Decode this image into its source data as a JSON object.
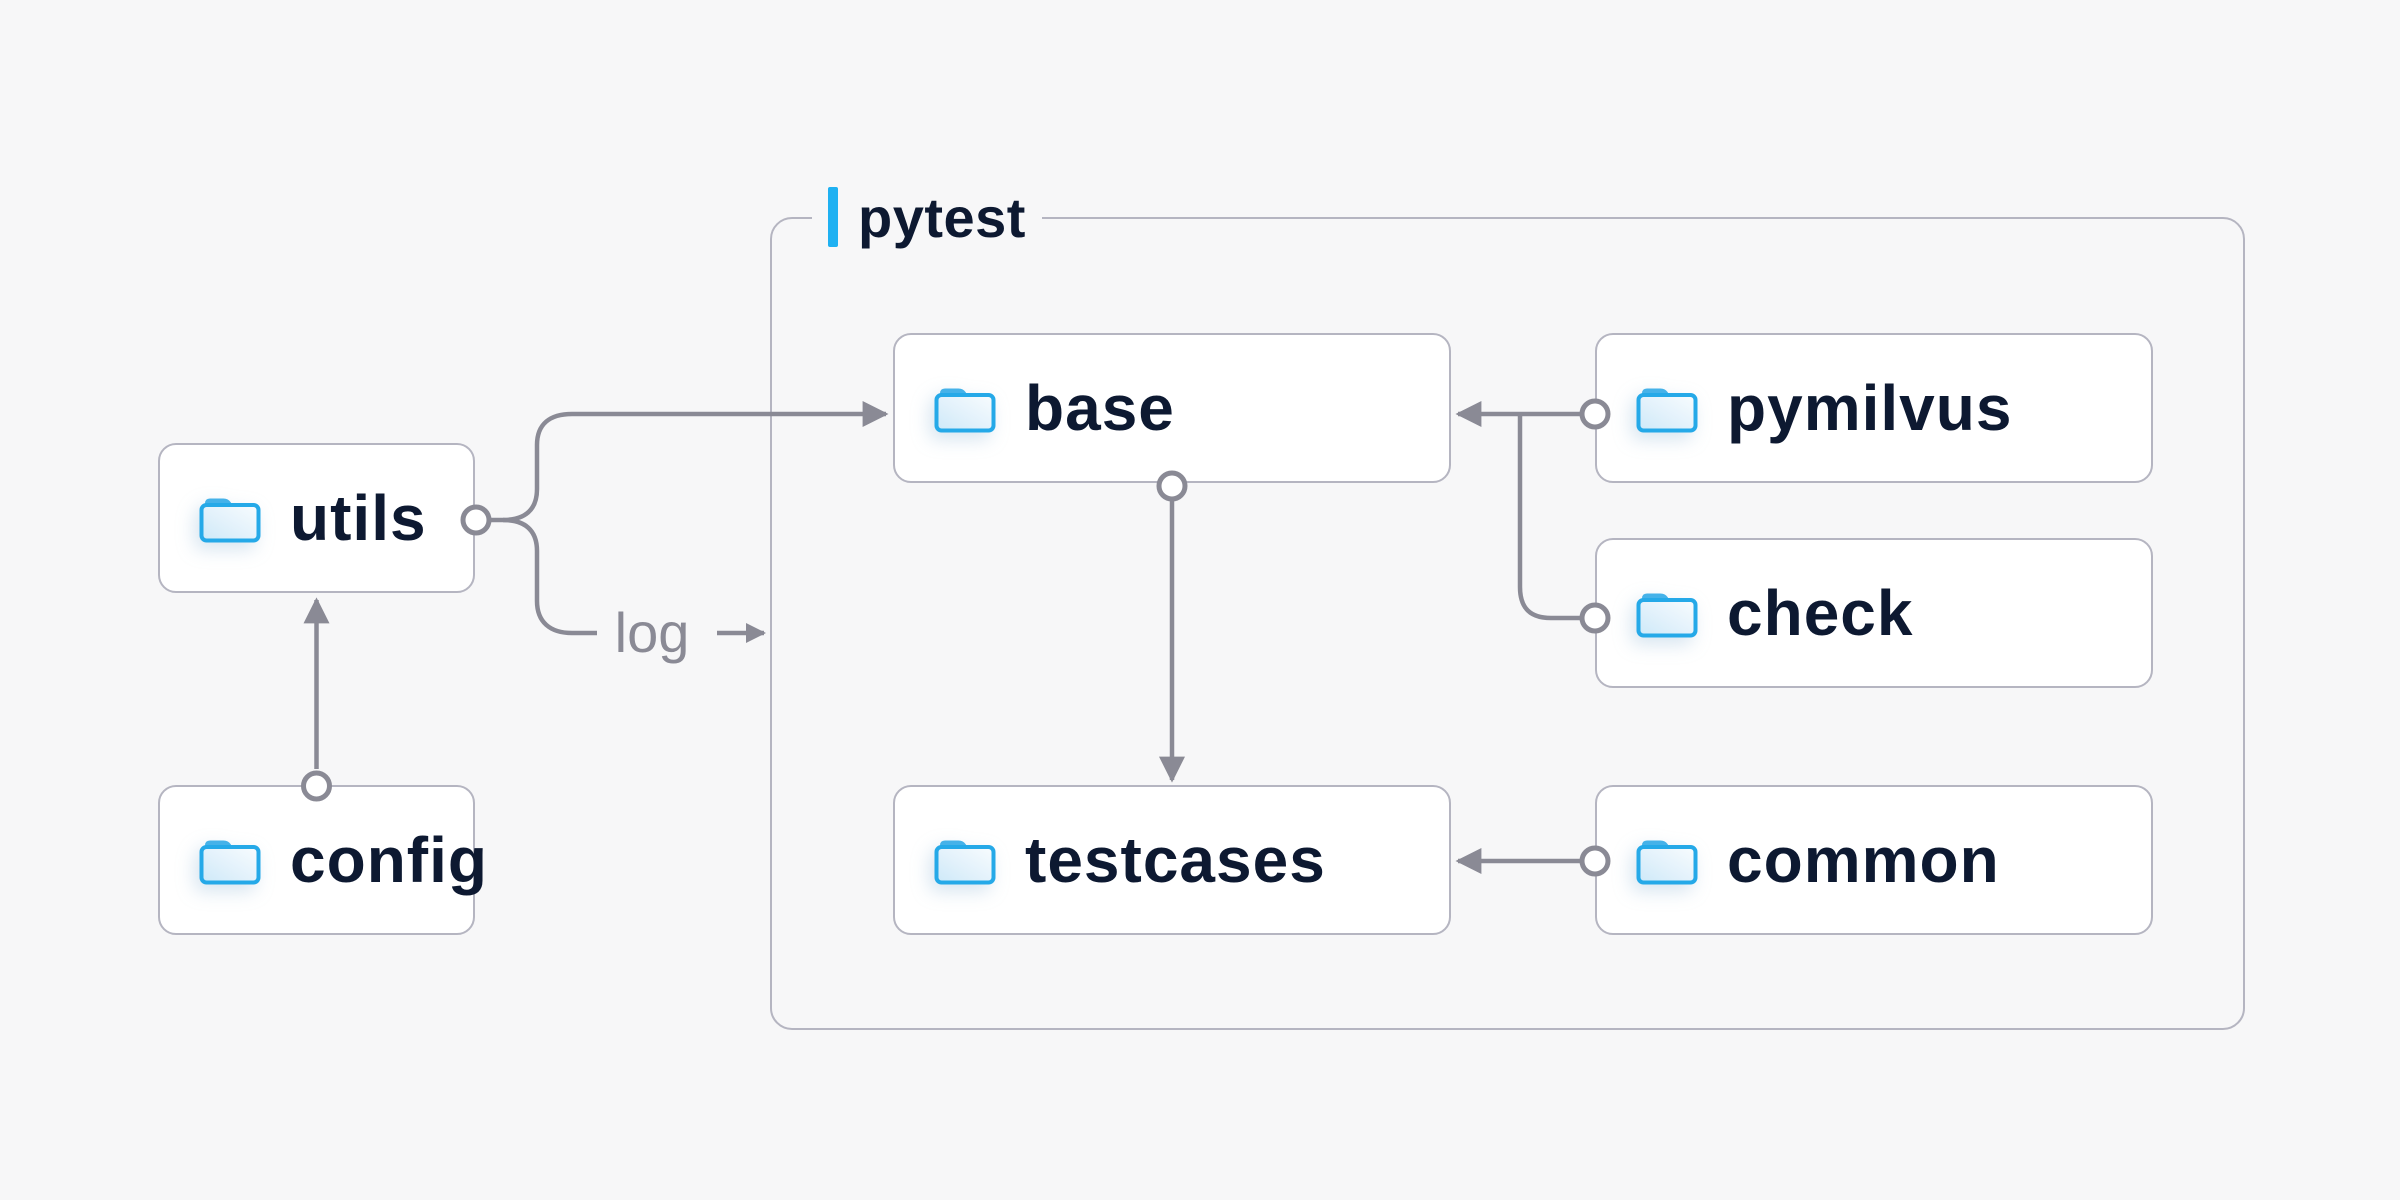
{
  "page": {
    "background": "#f7f7f8"
  },
  "diagram": {
    "container": {
      "label": "pytest",
      "accent_color": "#1fb1f2"
    },
    "nodes": [
      {
        "id": "utils",
        "label": "utils",
        "inside_container": false
      },
      {
        "id": "config",
        "label": "config",
        "inside_container": false
      },
      {
        "id": "base",
        "label": "base",
        "inside_container": true
      },
      {
        "id": "pymilvus",
        "label": "pymilvus",
        "inside_container": true
      },
      {
        "id": "check",
        "label": "check",
        "inside_container": true
      },
      {
        "id": "testcases",
        "label": "testcases",
        "inside_container": true
      },
      {
        "id": "common",
        "label": "common",
        "inside_container": true
      }
    ],
    "edges": [
      {
        "from": "config",
        "to": "utils",
        "label": ""
      },
      {
        "from": "utils",
        "to": "base",
        "label": ""
      },
      {
        "from": "utils",
        "to": "pytest",
        "label": "log"
      },
      {
        "from": "pymilvus",
        "to": "base",
        "label": ""
      },
      {
        "from": "check",
        "to": "base",
        "label": ""
      },
      {
        "from": "base",
        "to": "testcases",
        "label": ""
      },
      {
        "from": "common",
        "to": "testcases",
        "label": ""
      }
    ],
    "colors": {
      "node_fill": "#ffffff",
      "node_border": "#b5b5c1",
      "connector": "#8a8a95",
      "label_text": "#0d1931",
      "accent": "#1fb1f2",
      "folder_blue": "#25a9e8"
    }
  }
}
